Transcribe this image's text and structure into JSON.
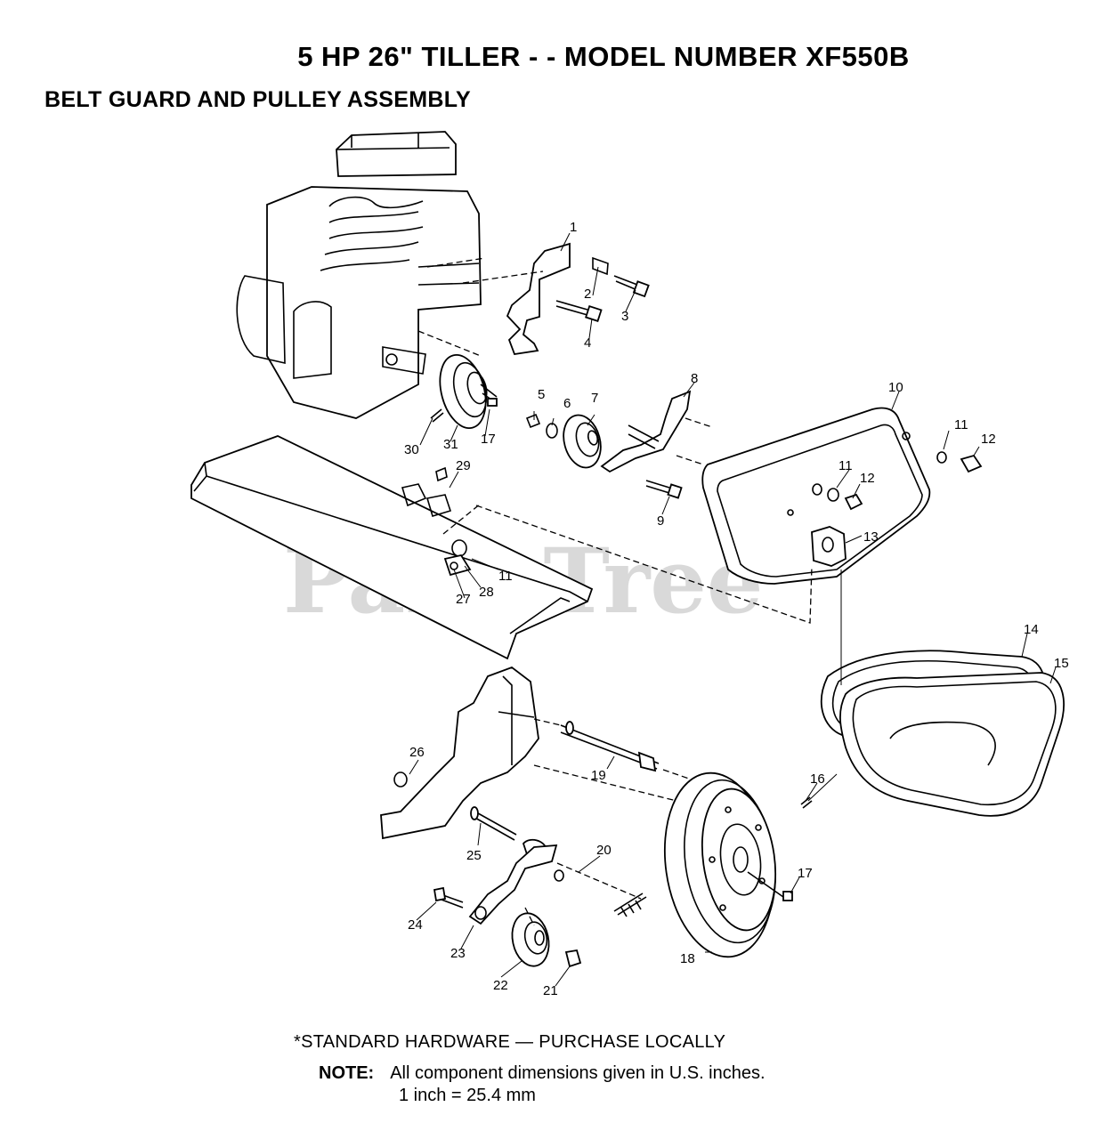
{
  "header": {
    "title": "5 HP  26\" TILLER - - MODEL NUMBER XF550B",
    "subtitle": "BELT GUARD AND PULLEY ASSEMBLY"
  },
  "watermark": "PartsTree",
  "callouts": [
    "1",
    "2",
    "3",
    "4",
    "5",
    "6",
    "7",
    "8",
    "9",
    "10",
    "11",
    "12",
    "11",
    "12",
    "13",
    "11",
    "27",
    "28",
    "29",
    "30",
    "31",
    "17",
    "14",
    "15",
    "16",
    "17",
    "18",
    "19",
    "20",
    "21",
    "22",
    "23",
    "24",
    "25",
    "26"
  ],
  "footer": {
    "hardware": "*STANDARD HARDWARE — PURCHASE LOCALLY",
    "note_label": "NOTE:",
    "note_text": "All component dimensions given in U.S. inches.",
    "note_conversion": "1 inch = 25.4 mm"
  }
}
